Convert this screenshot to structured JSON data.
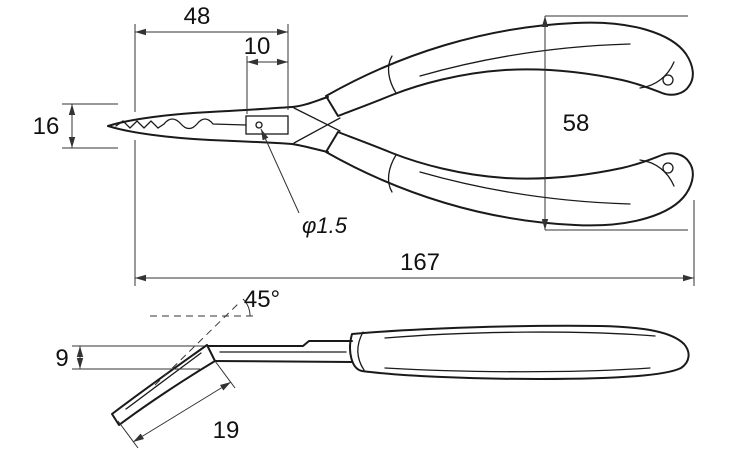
{
  "drawing": {
    "background": "#ffffff",
    "outline_color": "#1a1a1a",
    "dimension_color": "#333333"
  },
  "top_view": {
    "dim_nose_length": "48",
    "dim_joint_detail": "10",
    "dim_head_height": "16",
    "dim_handle_spread": "58",
    "dim_hole_diameter": "φ1.5",
    "dim_overall_length": "167"
  },
  "bottom_view": {
    "dim_bend_angle": "45°",
    "dim_tip_height": "9",
    "dim_bent_tip_length": "19"
  }
}
